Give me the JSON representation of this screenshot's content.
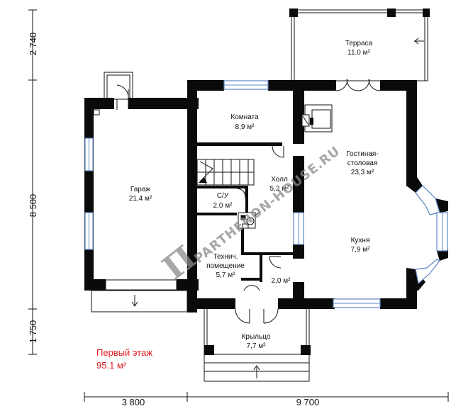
{
  "colors": {
    "wall": "#0a0a0a",
    "window": "#5b84c4",
    "line": "#111111",
    "floor_title": "#e0191c",
    "watermark": "#8c8c8c"
  },
  "watermark": {
    "logo": "П",
    "text": "PARTHENON-HOUSE.RU"
  },
  "rooms": {
    "terrace": {
      "name": "Терраса",
      "area": "11.0 м²"
    },
    "room": {
      "name": "Комната",
      "area": "8,9 м²"
    },
    "living_name_1": "Гостиная-",
    "living_name_2": "столовая",
    "living_area": "23,3 м²",
    "hall": {
      "name": "Холл",
      "area": "5,2 м²"
    },
    "garage": {
      "name": "Гараж",
      "area": "21,4 м²"
    },
    "bathroom": {
      "name": "С/У",
      "area": "2,0 м²"
    },
    "kitchen": {
      "name": "Кухня",
      "area": "7,9 м²"
    },
    "technical_name_1": "Технич.",
    "technical_name_2": "помещение",
    "technical_area": "5,7 м²",
    "storage": {
      "area": "2,0 м²"
    },
    "porch": {
      "name": "Крыльцо",
      "area": "7,7 м²"
    }
  },
  "floor": {
    "title": "Первый этаж",
    "area": "95.1 м²"
  },
  "dimensions": {
    "left_top": "2 740",
    "left_middle": "8 500",
    "left_bottom": "1 750",
    "bottom_left": "3 800",
    "bottom_right": "9 700"
  }
}
